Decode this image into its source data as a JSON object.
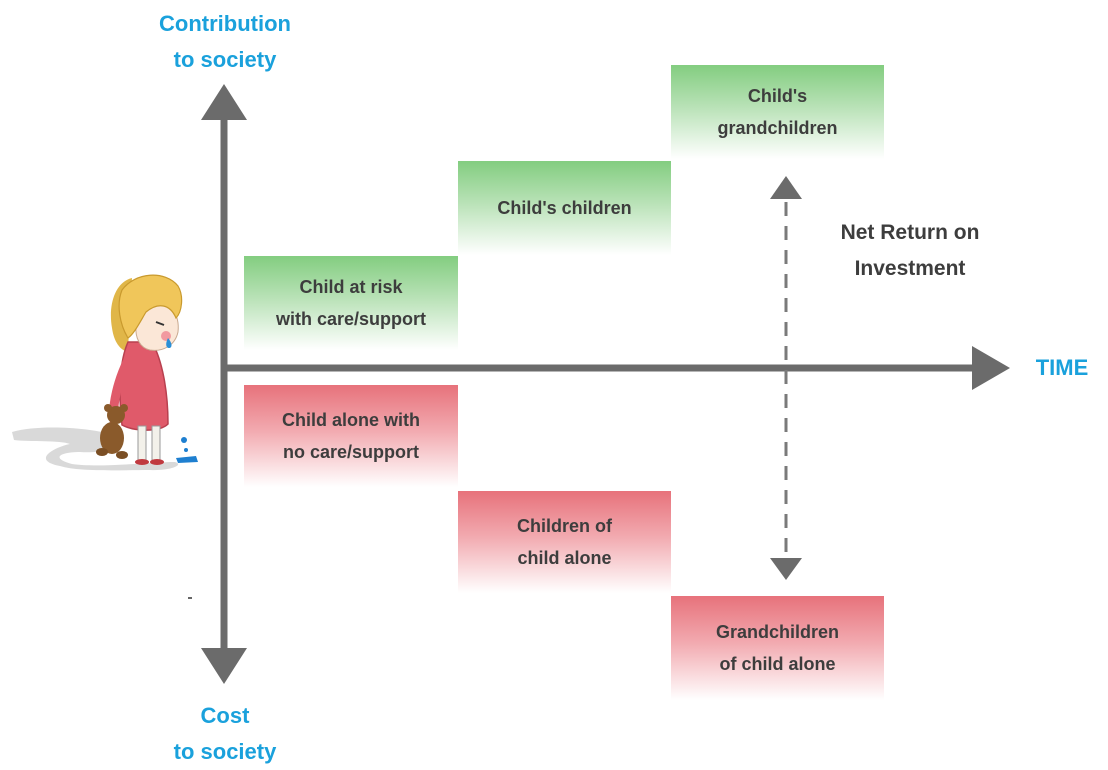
{
  "axes": {
    "top_label": [
      "Contribution",
      "to society"
    ],
    "bottom_label": [
      "Cost",
      "to society"
    ],
    "right_label": "TIME"
  },
  "boxes": {
    "child_at_risk": [
      "Child at risk",
      "with care/support"
    ],
    "childs_children": [
      "Child's children"
    ],
    "childs_grandchildren": [
      "Child's",
      "grandchildren"
    ],
    "child_alone": [
      "Child alone with",
      "no care/support"
    ],
    "children_of_child_alone": [
      "Children of",
      "child alone"
    ],
    "grandchildren_of_child_alone": [
      "Grandchildren",
      "of child alone"
    ]
  },
  "annotation": [
    "Net Return on",
    "Investment"
  ],
  "colors": {
    "accent_blue": "#1aa1dc",
    "axis_gray": "#6b6b6b",
    "positive_green": "#83cd80",
    "negative_red": "#e7727b",
    "text_dark": "#3d3d3d"
  },
  "icons": {
    "illustration": "sad-girl-with-teddy-bear"
  }
}
